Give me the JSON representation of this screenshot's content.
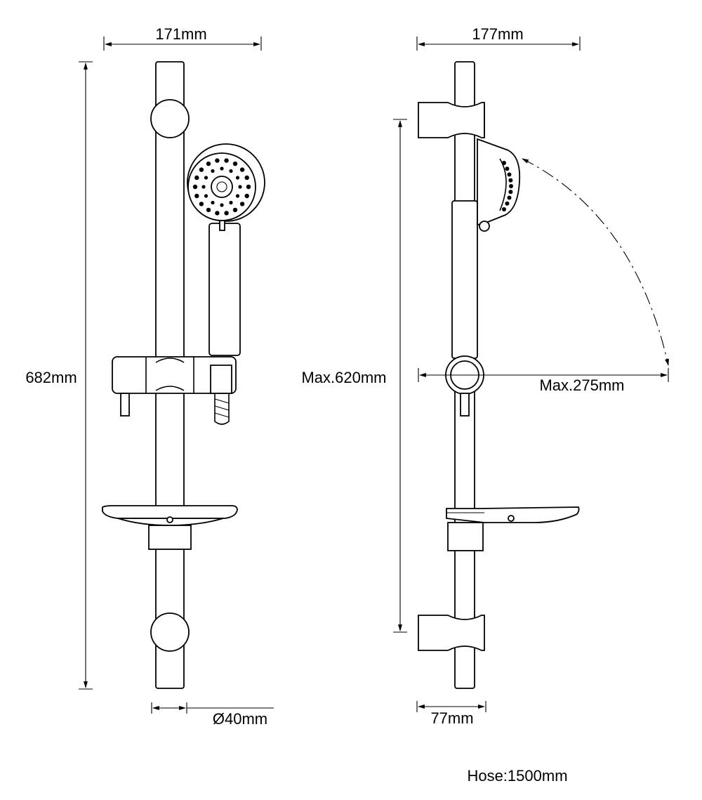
{
  "front_view": {
    "width_label": "171mm",
    "height_label": "682mm",
    "rail_diameter_label": "Ø40mm"
  },
  "side_view": {
    "width_label": "177mm",
    "max_height_label": "Max.620mm",
    "max_projection_label": "Max.275mm",
    "rail_depth_label": "77mm"
  },
  "hose_label": "Hose:1500mm",
  "colors": {
    "line": "#000000",
    "background": "#ffffff"
  }
}
